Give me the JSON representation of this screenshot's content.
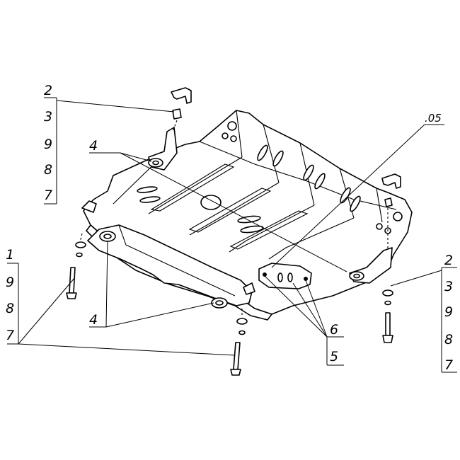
{
  "callouts": {
    "top_left_column": [
      "2",
      "3",
      "9",
      "8",
      "7"
    ],
    "bottom_left_column": [
      "1",
      "9",
      "8",
      "7"
    ],
    "right_column": [
      "2",
      "3",
      "9",
      "8",
      "7"
    ],
    "left_upper_part": "4",
    "left_lower_part": "4",
    "plate_label_top": "6",
    "plate_label_bottom": "5",
    "drawing_ref": ".05"
  }
}
